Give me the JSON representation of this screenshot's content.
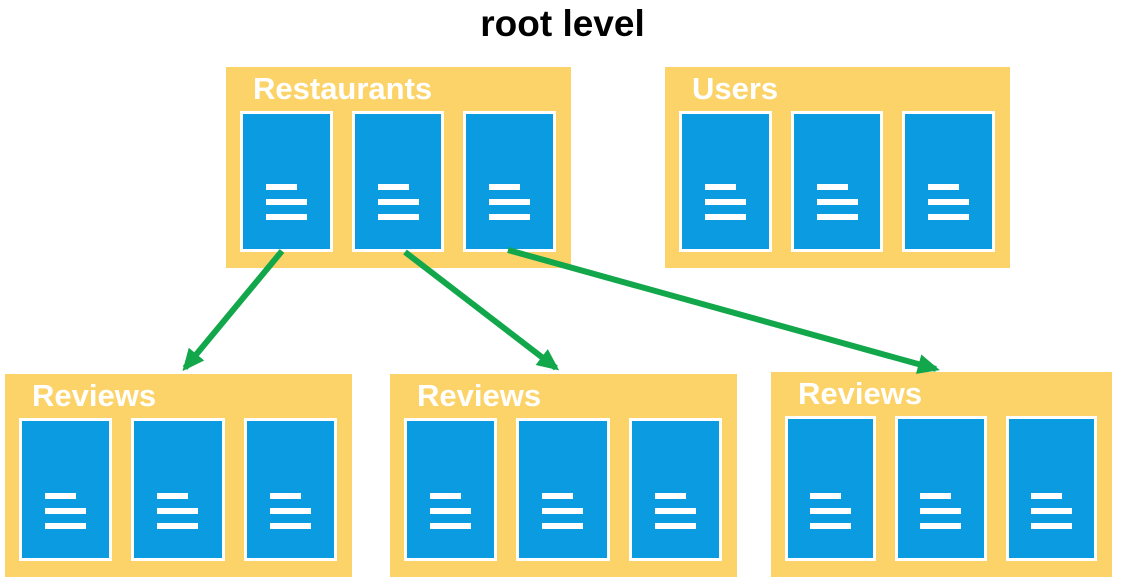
{
  "page_title": "root level",
  "colors": {
    "container_yellow": "#fbd369",
    "document_blue": "#0a9be1",
    "arrow_green": "#12a74b",
    "title_black": "#000000",
    "label_white": "#ffffff"
  },
  "collections": {
    "restaurants": {
      "label": "Restaurants",
      "document_count": 3
    },
    "users": {
      "label": "Users",
      "document_count": 3
    },
    "reviews_left": {
      "label": "Reviews",
      "document_count": 3
    },
    "reviews_middle": {
      "label": "Reviews",
      "document_count": 3
    },
    "reviews_right": {
      "label": "Reviews",
      "document_count": 3
    }
  },
  "relationships": [
    {
      "from": "restaurants-document-1",
      "to": "reviews_left"
    },
    {
      "from": "restaurants-document-2",
      "to": "reviews_middle"
    },
    {
      "from": "restaurants-document-3",
      "to": "reviews_right"
    }
  ]
}
